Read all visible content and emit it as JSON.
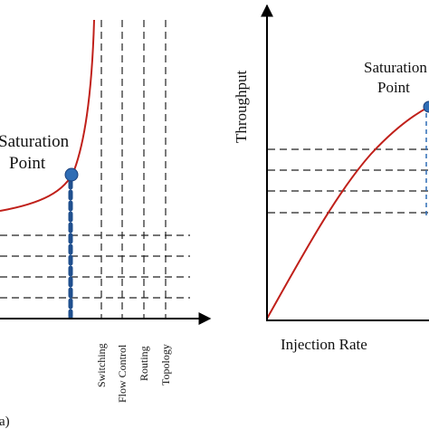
{
  "panel_label": "(a)",
  "colors": {
    "curve": "#c0201a",
    "point": "#2f6db5",
    "axis": "#000000",
    "dash": "#222222"
  },
  "chart_data": [
    {
      "type": "line",
      "title": "",
      "xlabel": "",
      "ylabel": "",
      "annotation": {
        "text_line1": "Saturation",
        "text_line2": "Point"
      },
      "vertical_labels": [
        "Switching",
        "Flow Control",
        "Routing",
        "Topology"
      ],
      "horizontal_levels": 4,
      "series": [
        {
          "x": [
            0,
            0.2,
            0.35,
            0.45,
            0.5,
            0.52,
            0.53
          ],
          "y": [
            0.42,
            0.44,
            0.48,
            0.55,
            0.62,
            0.75,
            1.0
          ]
        }
      ]
    },
    {
      "type": "line",
      "title": "",
      "xlabel": "Injection Rate",
      "ylabel": "Throughput",
      "annotation": {
        "text_line1": "Saturation",
        "text_line2": "Point"
      },
      "horizontal_levels": 4,
      "series": [
        {
          "x": [
            0,
            0.15,
            0.35,
            0.6,
            0.85,
            1.0
          ],
          "y": [
            0,
            0.25,
            0.5,
            0.72,
            0.88,
            0.93
          ]
        }
      ]
    }
  ]
}
